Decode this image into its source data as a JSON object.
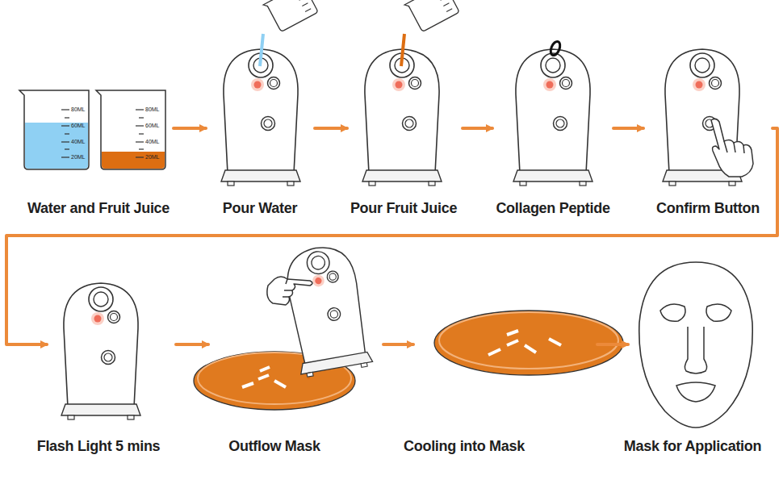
{
  "diagram": {
    "nodes": [
      {
        "text": [
          "Water and Fruit Juice"
        ]
      },
      {
        "text": [
          "Pour Water"
        ]
      },
      {
        "text": [
          "Pour Fruit Juice"
        ]
      },
      {
        "text": [
          "Collagen Peptide"
        ]
      },
      {
        "text": [
          "Confirm Button"
        ]
      },
      {
        "text": [
          "Flash Light 5 mins"
        ]
      },
      {
        "text": [
          "Outflow Mask"
        ]
      },
      {
        "text": [
          "Cooling into Mask"
        ]
      },
      {
        "text": [
          "Mask for Application"
        ]
      }
    ],
    "edges": [
      {
        "from": 0,
        "to": 1,
        "arrow": "to"
      },
      {
        "from": 1,
        "to": 2,
        "arrow": "to"
      },
      {
        "from": 2,
        "to": 3,
        "arrow": "to"
      },
      {
        "from": 3,
        "to": 4,
        "arrow": "to"
      },
      {
        "from": 4,
        "to": 5,
        "arrow": "to"
      },
      {
        "from": 5,
        "to": 6,
        "arrow": "to"
      },
      {
        "from": 6,
        "to": 7,
        "arrow": "to"
      },
      {
        "from": 7,
        "to": 8,
        "arrow": "to"
      }
    ],
    "labels": [
      "80ML",
      "60ML",
      "40ML",
      "20ML",
      "80ML",
      "60ML",
      "40ML",
      "20ML"
    ]
  }
}
